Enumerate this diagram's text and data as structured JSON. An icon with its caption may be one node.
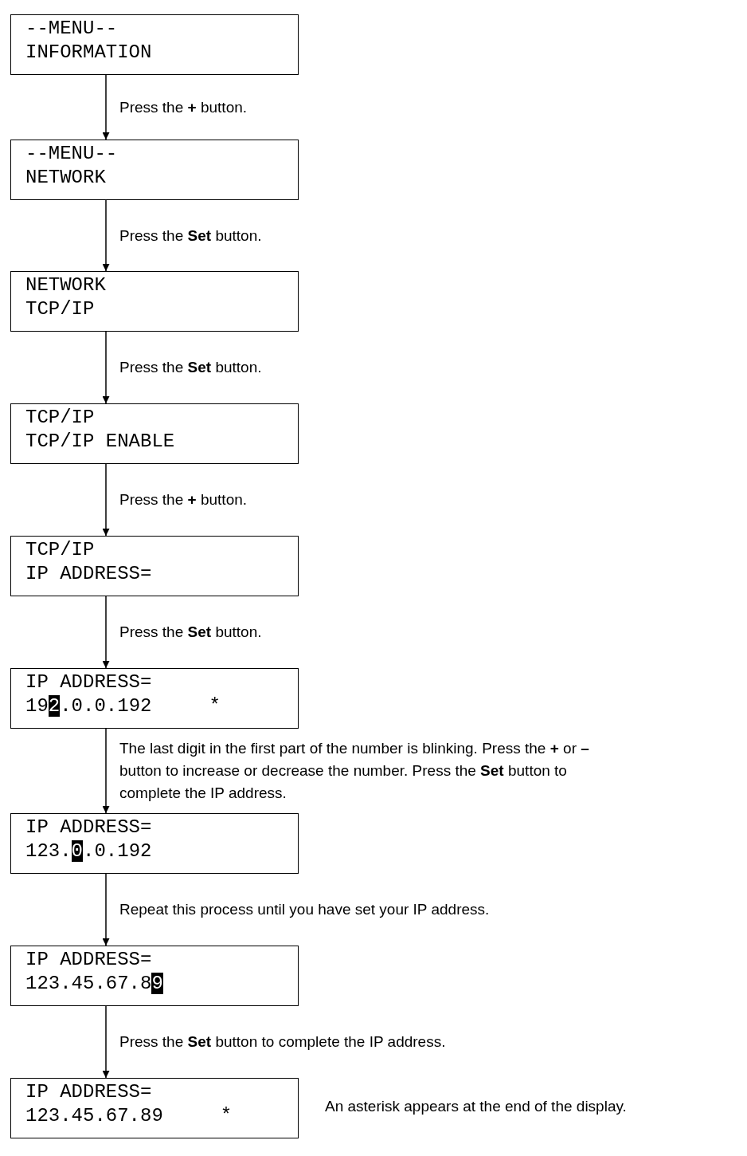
{
  "diagram": {
    "nodes": [
      {
        "text": [
          "--MENU--",
          "INFORMATION"
        ]
      },
      {
        "text": [
          "--MENU--",
          "NETWORK"
        ]
      },
      {
        "text": [
          "NETWORK",
          "TCP/IP"
        ]
      },
      {
        "text": [
          "TCP/IP",
          "TCP/IP ENABLE"
        ]
      },
      {
        "text": [
          "TCP/IP",
          "IP ADDRESS="
        ]
      },
      {
        "text": [
          "IP ADDRESS=",
          "192.0.0.192     *"
        ]
      },
      {
        "text": [
          "IP ADDRESS=",
          "123.0.0.192"
        ]
      },
      {
        "text": [
          "IP ADDRESS=",
          "123.45.67.89"
        ]
      },
      {
        "text": [
          "IP ADDRESS=",
          "123.45.67.89     *"
        ],
        "beside": [
          "An asterisk appears at the end of the display."
        ]
      }
    ],
    "edges": [
      {
        "from": 0,
        "to": 1,
        "arrow": "to",
        "label": "Press the **+** button."
      },
      {
        "from": 1,
        "to": 2,
        "arrow": "to",
        "label": "Press the **Set** button."
      },
      {
        "from": 2,
        "to": 3,
        "arrow": "to",
        "label": "Press the **Set** button."
      },
      {
        "from": 3,
        "to": 4,
        "arrow": "to",
        "label": "Press the **+** button."
      },
      {
        "from": 4,
        "to": 5,
        "arrow": "to",
        "label": "Press the **Set** button."
      },
      {
        "from": 5,
        "to": 6,
        "arrow": "to",
        "label": "The last digit in the first part of the number is blinking. Press the **+** or **–** button to increase or decrease the number. Press the **Set** button to complete the IP address."
      },
      {
        "from": 6,
        "to": 7,
        "arrow": "to",
        "label": "Repeat this process until you have set your IP address."
      },
      {
        "from": 7,
        "to": 8,
        "arrow": "to",
        "label": "Press the **Set** button to complete the IP address."
      }
    ]
  }
}
